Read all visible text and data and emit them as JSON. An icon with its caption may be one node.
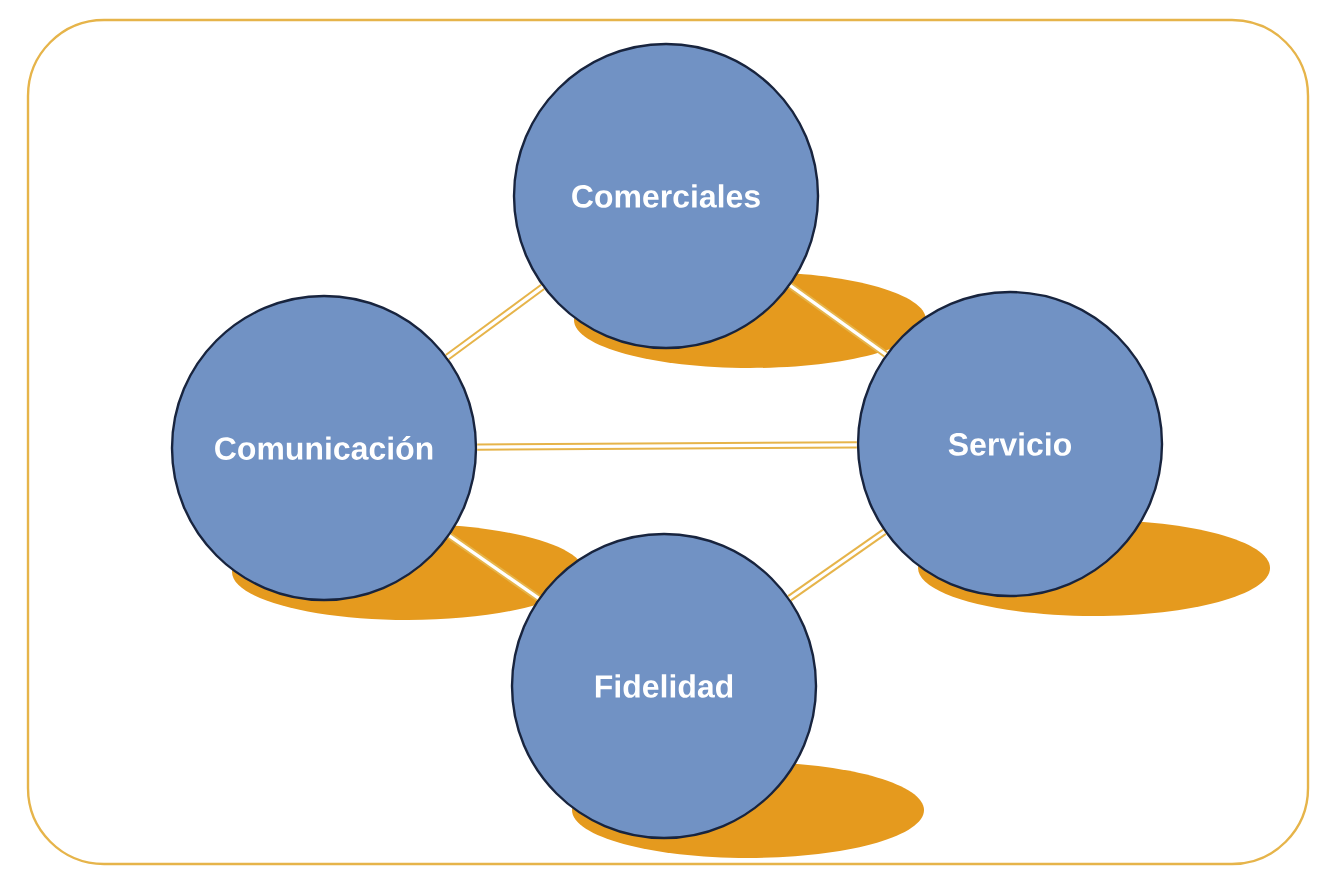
{
  "diagram": {
    "nodes": [
      {
        "text": [
          "Comerciales"
        ]
      },
      {
        "text": [
          "Comunicación"
        ]
      },
      {
        "text": [
          "Servicio"
        ]
      },
      {
        "text": [
          "Fidelidad"
        ]
      }
    ],
    "edges": [
      {
        "from": 0,
        "to": 1,
        "arrow": "none"
      },
      {
        "from": 0,
        "to": 2,
        "arrow": "none"
      },
      {
        "from": 1,
        "to": 2,
        "arrow": "none"
      },
      {
        "from": 1,
        "to": 3,
        "arrow": "none"
      },
      {
        "from": 3,
        "to": 2,
        "arrow": "none"
      }
    ]
  }
}
